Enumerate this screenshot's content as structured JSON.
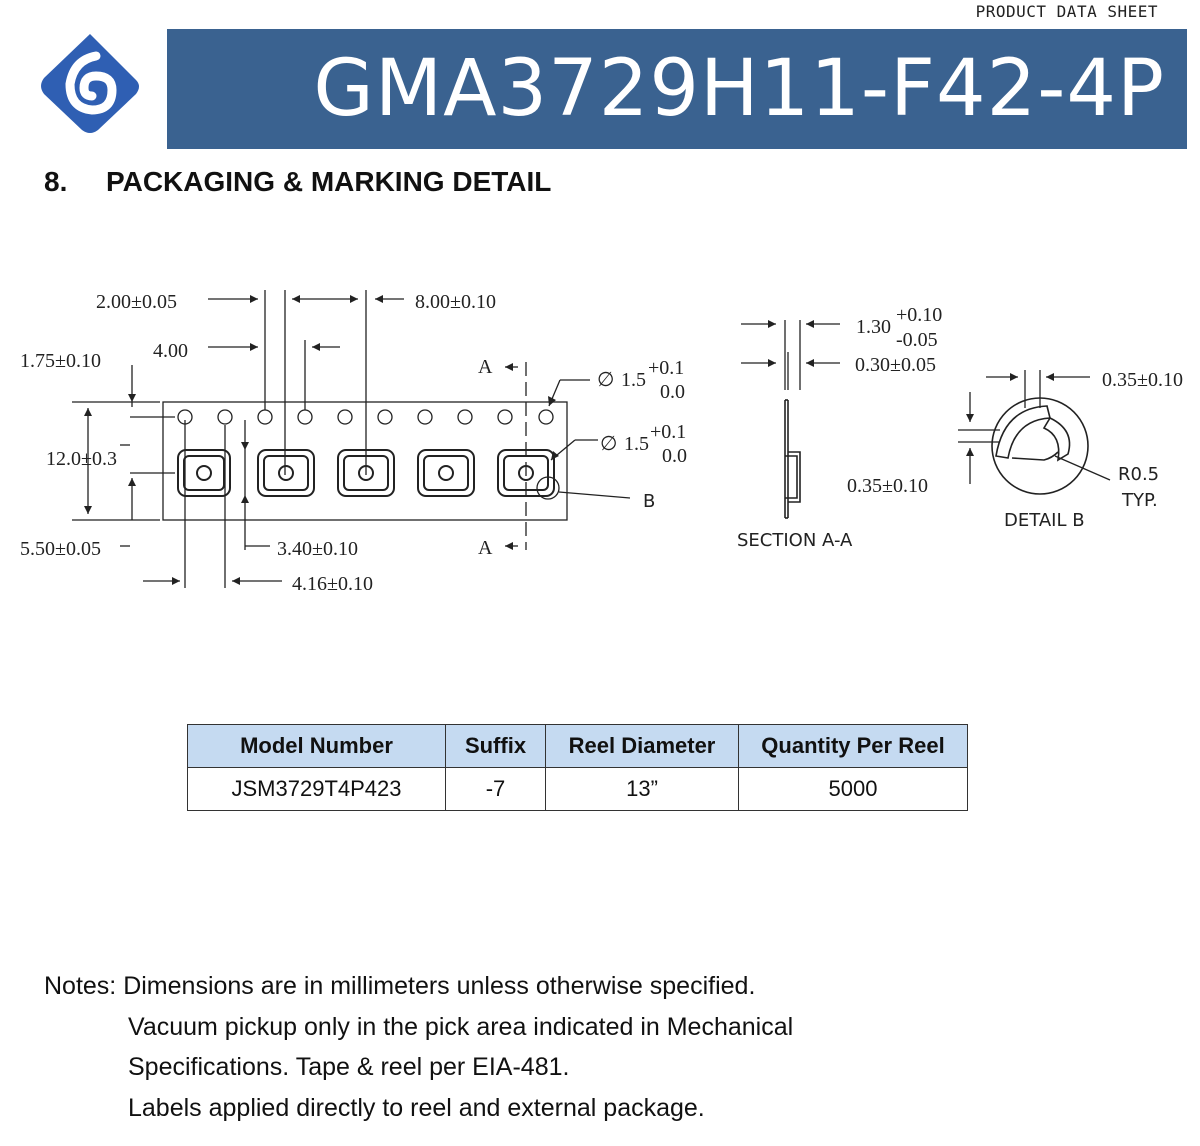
{
  "header": {
    "doc_type": "PRODUCT DATA SHEET",
    "part_number": "GMA3729H11-F42-4P",
    "logo_icon": "company-logo-icon",
    "banner_color": "#3a6290",
    "logo_color": "#2f5fb3"
  },
  "section": {
    "number": "8.",
    "title": "PACKAGING & MARKING DETAIL"
  },
  "drawing": {
    "dims": {
      "pitch_2": "2.00±0.05",
      "pitch_8": "8.00±0.10",
      "pitch_4": "4.00",
      "edge_175": "1.75±0.10",
      "width_12": "12.0±0.3",
      "offset_550": "5.50±0.05",
      "pocket_340": "3.40±0.10",
      "pocket_416": "4.16±0.10",
      "hole_dia": "1.5",
      "hole_tol_plus": "+0.1",
      "hole_tol_minus": "0.0",
      "thick_130": "1.30",
      "thick_130_plus": "+0.10",
      "thick_130_minus": "-0.05",
      "thick_030": "0.30±0.05",
      "detail_035_top": "0.35±0.10",
      "detail_035_left": "0.35±0.10",
      "radius": "R0.5",
      "radius_note": "TYP."
    },
    "labels": {
      "section_a_top": "A",
      "section_a_bottom": "A",
      "detail_b_marker": "B",
      "section_title": "SECTION A-A",
      "detail_title": "DETAIL B"
    }
  },
  "table": {
    "headers": [
      "Model Number",
      "Suffix",
      "Reel Diameter",
      "Quantity Per Reel"
    ],
    "rows": [
      [
        "JSM3729T4P423",
        "-7",
        "13”",
        "5000"
      ]
    ],
    "header_color": "#c5daf1"
  },
  "notes": {
    "lines": [
      "Notes: Dimensions are in millimeters unless otherwise specified.",
      "Vacuum pickup only in the pick area indicated in Mechanical",
      "Specifications. Tape & reel per EIA-481.",
      "Labels applied directly to reel and external package."
    ]
  }
}
